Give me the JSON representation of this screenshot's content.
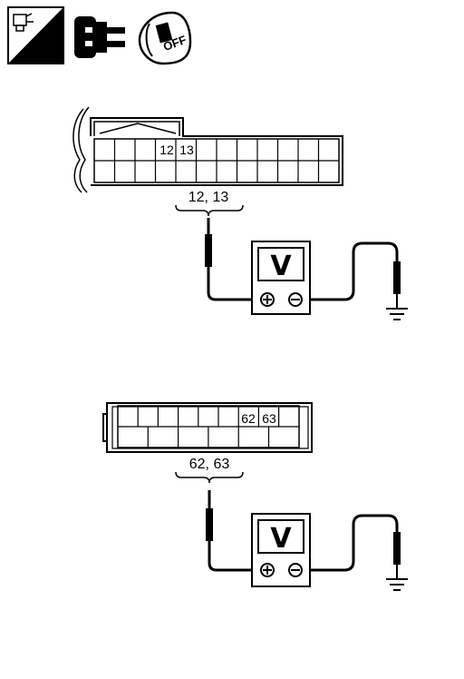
{
  "icons": {
    "harness_side_label": "H.S.",
    "ignition_label": "OFF",
    "names": [
      "harness-side-icon",
      "connector-disconnect-icon",
      "ignition-off-icon"
    ]
  },
  "connector_top": {
    "pin_a": "12",
    "pin_b": "13",
    "callout": "12, 13"
  },
  "connector_bottom": {
    "pin_a": "62",
    "pin_b": "63",
    "callout": "62, 63"
  },
  "meter_top": {
    "label": "V"
  },
  "meter_bottom": {
    "label": "V"
  }
}
